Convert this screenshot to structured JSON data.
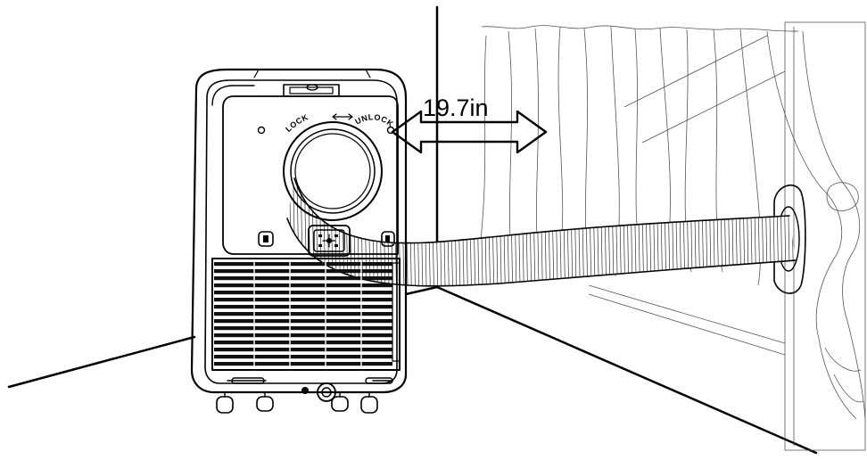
{
  "dimension_label": "19.7in",
  "lock_label": "LOCK",
  "unlock_label": "UNLOCK"
}
